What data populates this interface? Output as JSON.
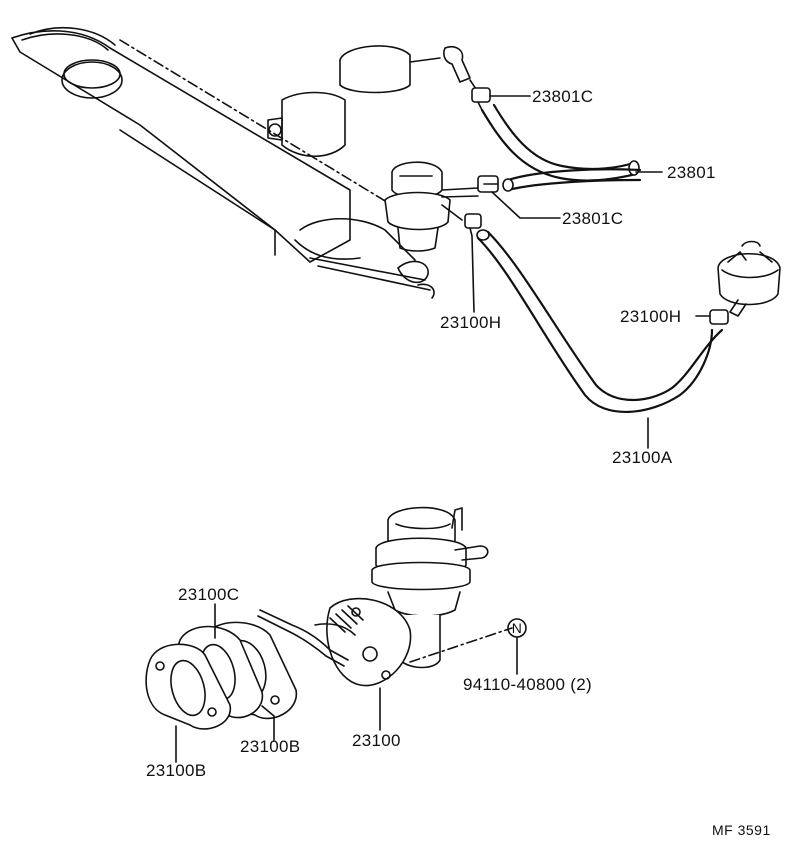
{
  "callouts": {
    "p23801C_top": "23801C",
    "p23801": "23801",
    "p23801C_mid": "23801C",
    "p23100H_left": "23100H",
    "p23100H_right": "23100H",
    "p23100A": "23100A",
    "p23100C": "23100C",
    "p23100B_mid": "23100B",
    "p23100B_low": "23100B",
    "p23100": "23100",
    "bolt_part": "94110-40800 (2)",
    "new_mark": "N"
  },
  "figure_code": "MF 3591"
}
